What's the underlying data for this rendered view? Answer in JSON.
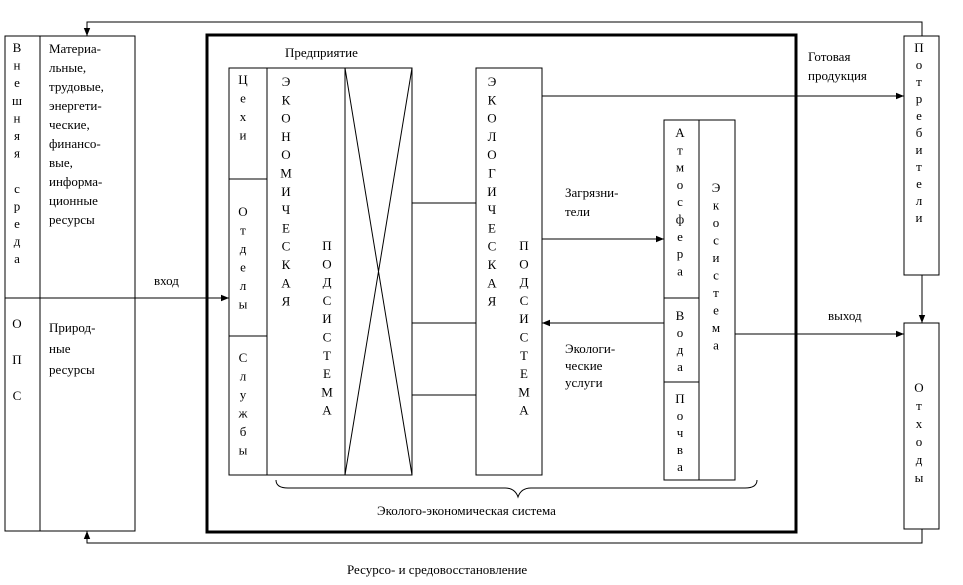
{
  "external": {
    "vertical": "Внешняя среда",
    "ops": "ОПС",
    "resources": [
      "Материа-",
      "льные,",
      "трудовые,",
      "энергети-",
      "ческие,",
      "финансо-",
      "вые,",
      "информа-",
      "ционные",
      "ресурсы"
    ],
    "natural": [
      "Природ-",
      "ные",
      "ресурсы"
    ]
  },
  "enterprise": {
    "label": "Предприятие",
    "shops": "Цехи",
    "departments": "Отделы",
    "services": "Службы",
    "econ1": "ЭКОНОМИЧЕСКАЯ",
    "econ2": "ПОДСИСТЕМА"
  },
  "ecology": {
    "eco1": "ЭКОЛОГИЧЕСКАЯ",
    "eco2": "ПОДСИСТЕМА"
  },
  "ecosystem": {
    "atmosphere": "Атмосфера",
    "water": "Вода",
    "soil": "Почва",
    "label": "Экосистема"
  },
  "consumers": "Потребители",
  "waste": "Отходы",
  "flows": {
    "input": "вход",
    "output": "выход",
    "product": [
      "Готовая",
      "продукция"
    ],
    "pollutants": [
      "Загрязни-",
      "тели"
    ],
    "services": [
      "Экологи-",
      "ческие",
      "услуги"
    ],
    "system": "Эколого-экономическая система",
    "restore": "Ресурсо- и средовосстановление"
  }
}
